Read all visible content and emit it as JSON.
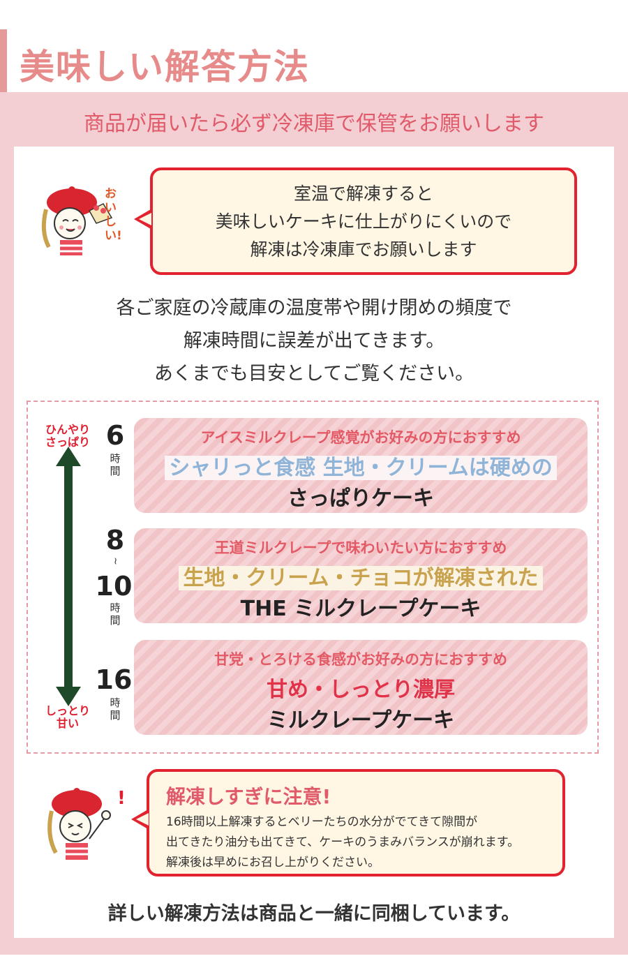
{
  "header": {
    "title": "美味しい解答方法"
  },
  "subtitle": "商品が届いたら必ず冷凍庫で保管をお願いします",
  "bubble1": {
    "sticker_text": "おいしい!",
    "lines": [
      "室温で解凍すると",
      "美味しいケーキに仕上がりにくいので",
      "解凍は冷凍庫でお願いします"
    ]
  },
  "info": {
    "lines": [
      "各ご家庭の冷蔵庫の温度帯や開け閉めの頻度で",
      "解凍時間に誤差が出てきます。",
      "あくまでも目安としてご覧ください。"
    ]
  },
  "scale": {
    "top_label": [
      "ひんやり",
      "さっぱり"
    ],
    "bottom_label": [
      "しっとり",
      "甘い"
    ],
    "unit_chars": [
      "時",
      "間"
    ],
    "tilde": "~",
    "times": [
      {
        "value": "6"
      },
      {
        "value": "8",
        "value2": "10"
      },
      {
        "value": "16"
      }
    ]
  },
  "cards": [
    {
      "recommend": "アイスミルクレープ感覚がお好みの方におすすめ",
      "feature": "シャリっと食感 生地・クリームは硬めの",
      "name": "さっぱりケーキ",
      "feature_color": "#8fb4d8"
    },
    {
      "recommend": "王道ミルクレープで味わいたい方におすすめ",
      "feature": "生地・クリーム・チョコが解凍された",
      "name": "THE ミルクレープケーキ",
      "feature_color": "#c9a24e"
    },
    {
      "recommend": "甘党・とろける食感がお好みの方におすすめ",
      "feature": "甘め・しっとり濃厚",
      "name": "ミルクレープケーキ",
      "feature_color": "#e0334a"
    }
  ],
  "warning": {
    "title": "解凍しすぎに注意!",
    "lines": [
      "16時間以上解凍するとベリーたちの水分がでてきて隙間が",
      "出てきたり油分も出てきて、ケーキのうまみバランスが崩れます。",
      "解凍後は早めにお召し上がりください。"
    ]
  },
  "footer": "詳しい解凍方法は商品と一緒に同梱しています。",
  "colors": {
    "accent_pink": "#e68a8a",
    "panel": "#f3cfd3",
    "bubble_border": "#e3222f",
    "arrow": "#1f4a2a"
  }
}
